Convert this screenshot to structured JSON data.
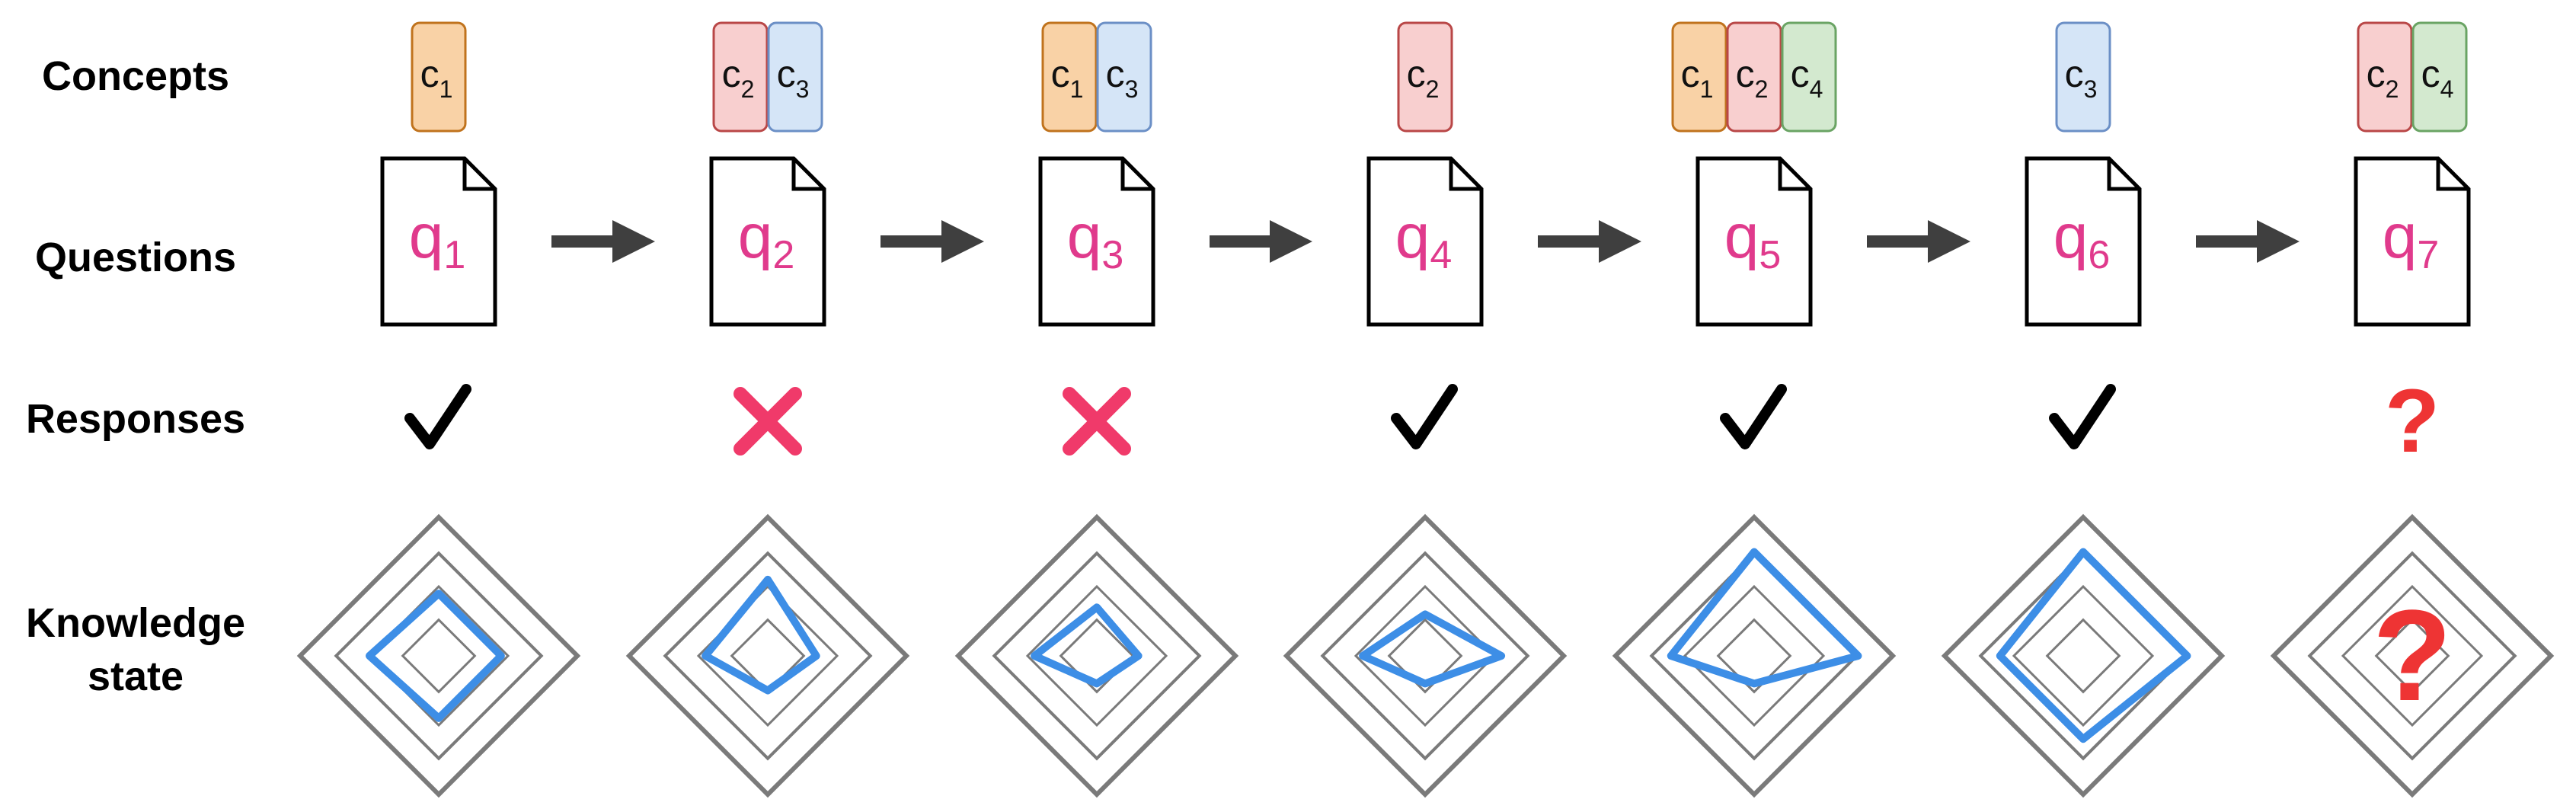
{
  "row_labels": {
    "concepts": "Concepts",
    "questions": "Questions",
    "responses": "Responses",
    "knowledge_line1": "Knowledge",
    "knowledge_line2": "state"
  },
  "concept_colors": {
    "c1": {
      "fill": "#f9d2a6",
      "stroke": "#c0731d"
    },
    "c2": {
      "fill": "#f8cfcf",
      "stroke": "#b94747"
    },
    "c3": {
      "fill": "#d5e5f7",
      "stroke": "#6b8fc6"
    },
    "c4": {
      "fill": "#d3e9cf",
      "stroke": "#6aa464"
    }
  },
  "colors": {
    "question_text": "#e03a8c",
    "correct_mark": "#000000",
    "incorrect_mark": "#f03a6a",
    "unknown_mark": "#ee3434",
    "arrow": "#3f3f3f",
    "radar_grid": "#7a7a7a",
    "radar_polygon": "#3d8ee6"
  },
  "steps": [
    {
      "question": {
        "base": "q",
        "sub": "1"
      },
      "concepts": [
        {
          "id": "c1",
          "base": "c",
          "sub": "1"
        }
      ],
      "response": "correct",
      "knowledge": [
        0.45,
        0.45,
        0.45,
        0.5
      ]
    },
    {
      "question": {
        "base": "q",
        "sub": "2"
      },
      "concepts": [
        {
          "id": "c2",
          "base": "c",
          "sub": "2"
        },
        {
          "id": "c3",
          "base": "c",
          "sub": "3"
        }
      ],
      "response": "incorrect",
      "knowledge": [
        0.55,
        0.35,
        0.25,
        0.45
      ]
    },
    {
      "question": {
        "base": "q",
        "sub": "3"
      },
      "concepts": [
        {
          "id": "c1",
          "base": "c",
          "sub": "1"
        },
        {
          "id": "c3",
          "base": "c",
          "sub": "3"
        }
      ],
      "response": "incorrect",
      "knowledge": [
        0.35,
        0.3,
        0.2,
        0.45
      ]
    },
    {
      "question": {
        "base": "q",
        "sub": "4"
      },
      "concepts": [
        {
          "id": "c2",
          "base": "c",
          "sub": "2"
        }
      ],
      "response": "correct",
      "knowledge": [
        0.3,
        0.55,
        0.2,
        0.45
      ]
    },
    {
      "question": {
        "base": "q",
        "sub": "5"
      },
      "concepts": [
        {
          "id": "c1",
          "base": "c",
          "sub": "1"
        },
        {
          "id": "c2",
          "base": "c",
          "sub": "2"
        },
        {
          "id": "c4",
          "base": "c",
          "sub": "4"
        }
      ],
      "response": "correct",
      "knowledge": [
        0.75,
        0.75,
        0.2,
        0.6
      ]
    },
    {
      "question": {
        "base": "q",
        "sub": "6"
      },
      "concepts": [
        {
          "id": "c3",
          "base": "c",
          "sub": "3"
        }
      ],
      "response": "correct",
      "knowledge": [
        0.75,
        0.75,
        0.6,
        0.6
      ]
    },
    {
      "question": {
        "base": "q",
        "sub": "7"
      },
      "concepts": [
        {
          "id": "c2",
          "base": "c",
          "sub": "2"
        },
        {
          "id": "c4",
          "base": "c",
          "sub": "4"
        }
      ],
      "response": "unknown",
      "knowledge": null,
      "knowledge_mark": "?"
    }
  ],
  "response_glyphs": {
    "correct": "✓",
    "incorrect": "✕",
    "unknown": "?"
  }
}
